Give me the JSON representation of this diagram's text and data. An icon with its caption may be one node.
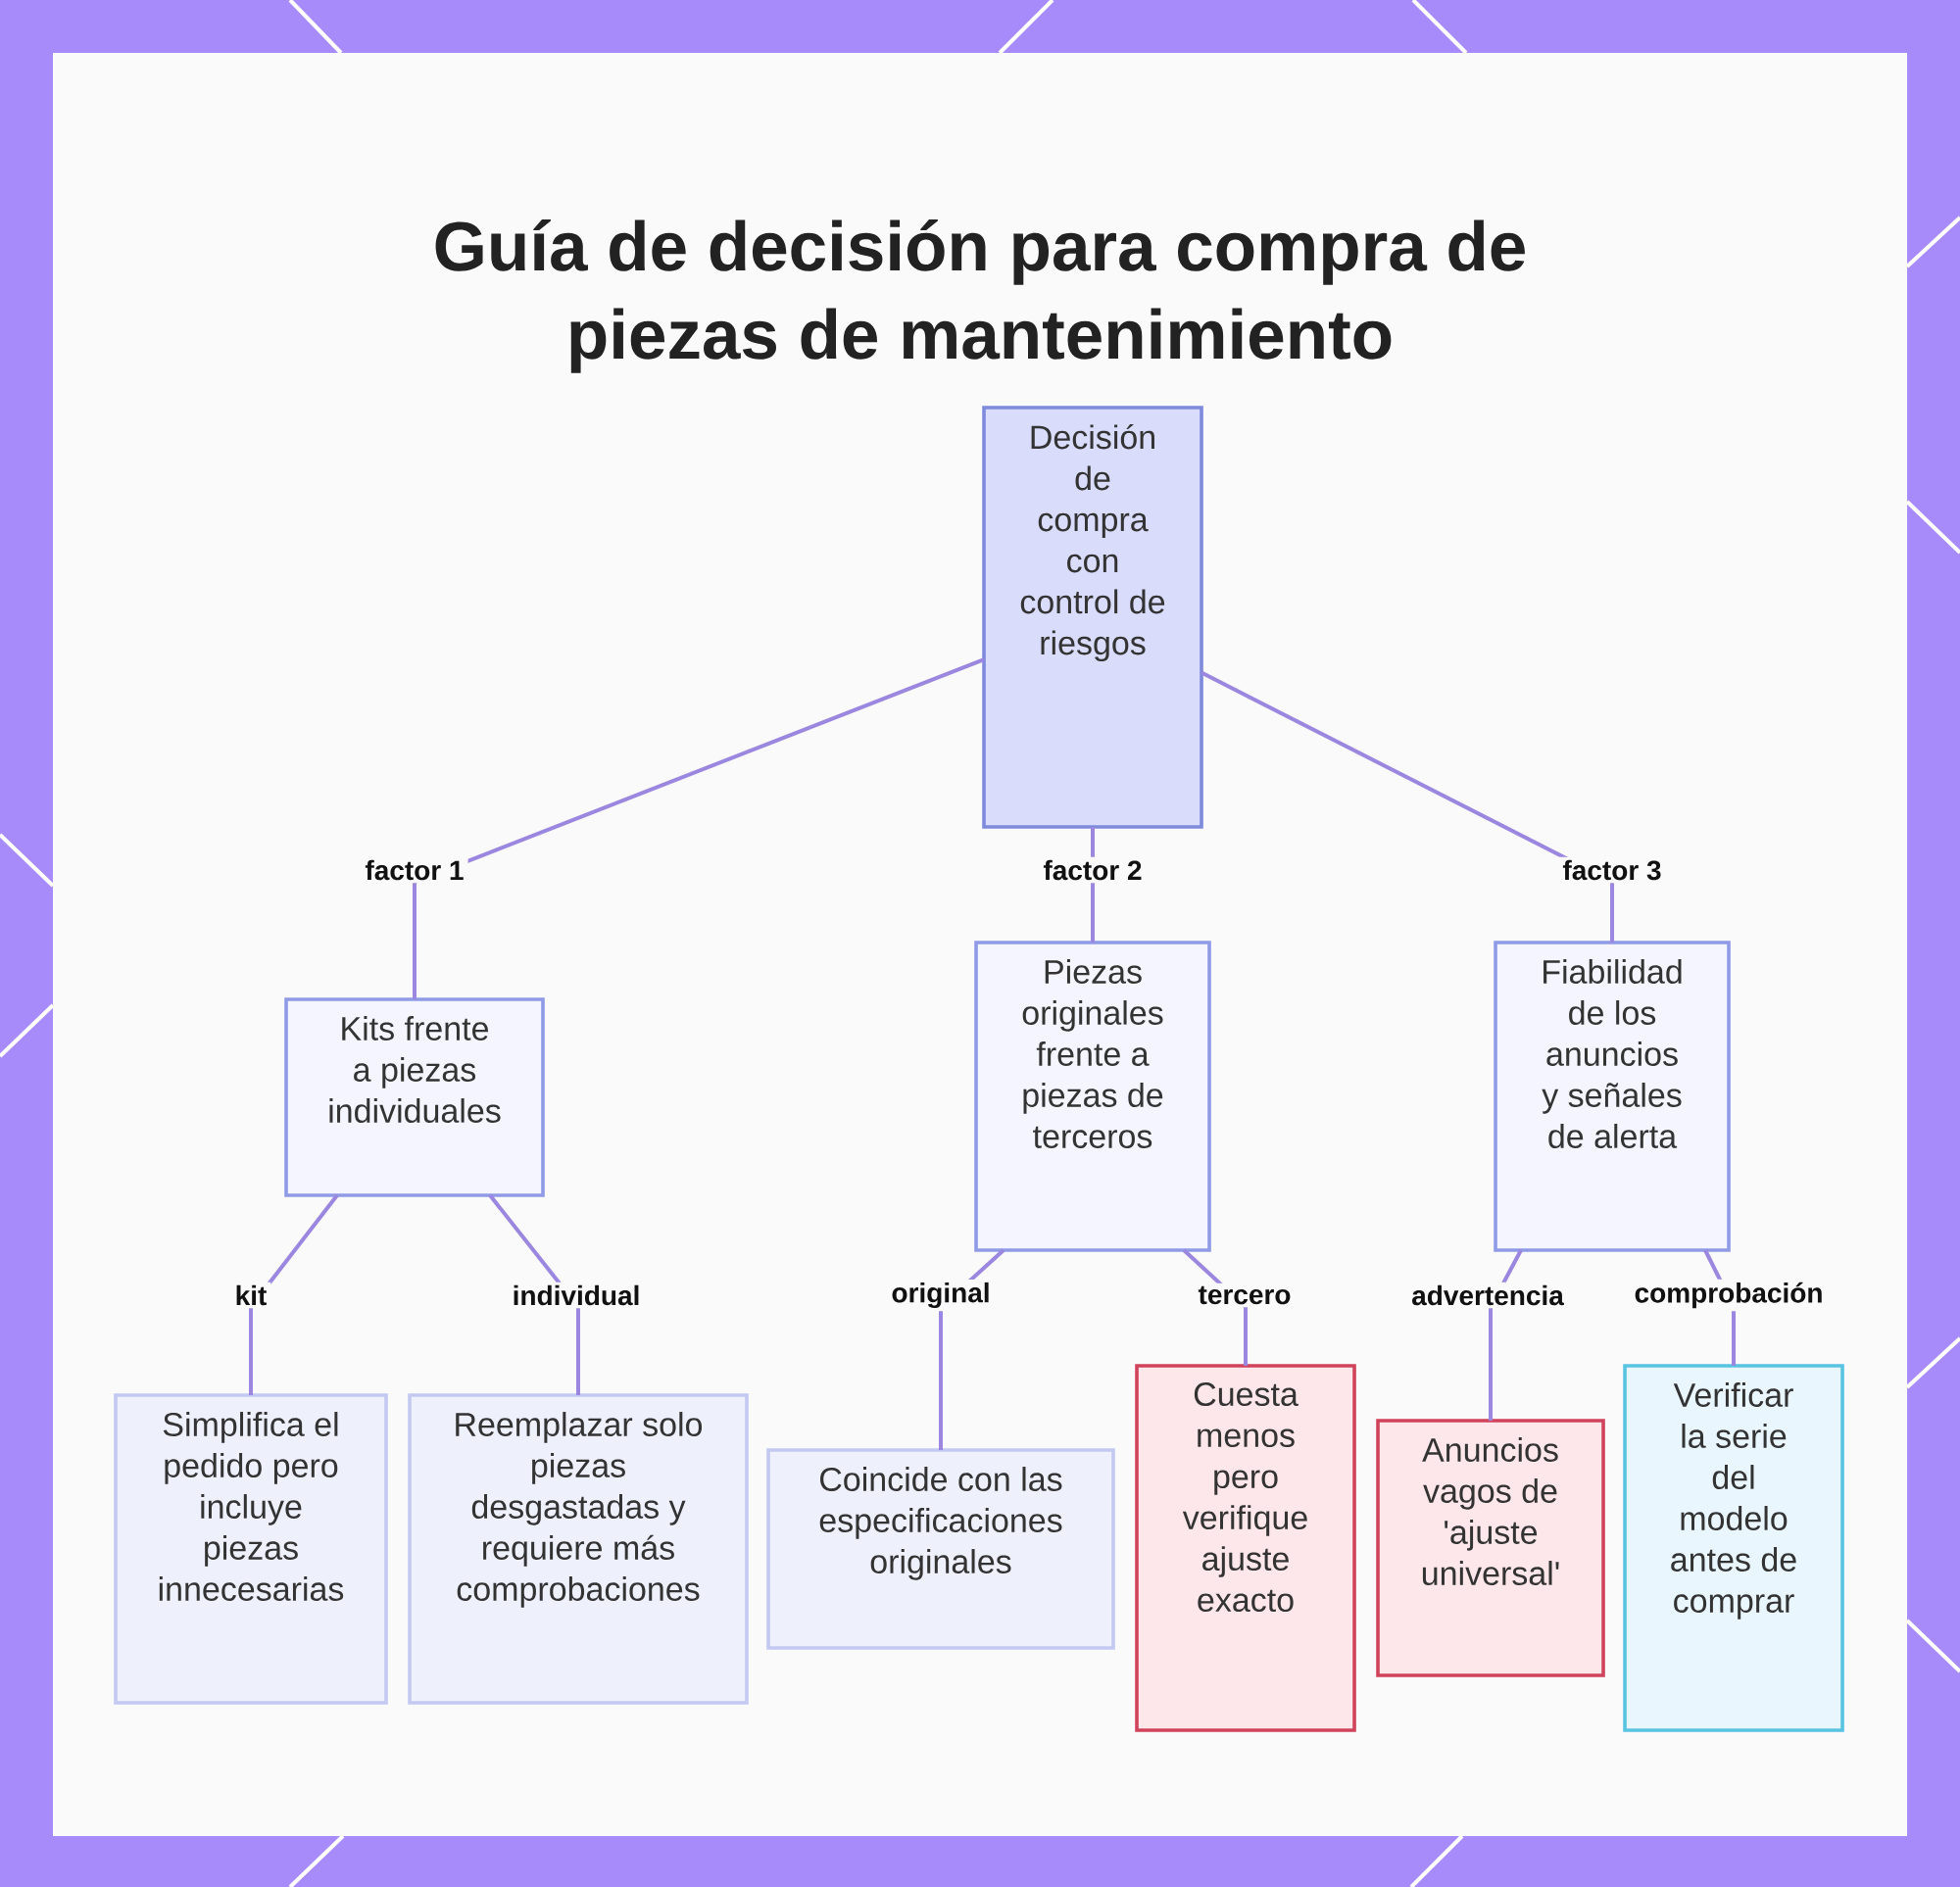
{
  "diagram": {
    "title": "Guía de decisión para compra de piezas de mantenimiento",
    "nodes": [
      {
        "text": [
          "Decisión de compra con control de riesgos"
        ]
      },
      {
        "text": [
          "Kits frente a piezas individuales"
        ]
      },
      {
        "text": [
          "Piezas originales frente a piezas de terceros"
        ]
      },
      {
        "text": [
          "Fiabilidad de los anuncios y señales de alerta"
        ]
      },
      {
        "text": [
          "Simplifica el pedido pero incluye piezas innecesarias"
        ]
      },
      {
        "text": [
          "Reemplazar solo piezas desgastadas y requiere más comprobaciones"
        ]
      },
      {
        "text": [
          "Coincide con las especificaciones originales"
        ]
      },
      {
        "text": [
          "Cuesta menos pero verifique ajuste exacto"
        ]
      },
      {
        "text": [
          "Anuncios vagos de 'ajuste universal'"
        ]
      },
      {
        "text": [
          "Verificar la serie del modelo antes de comprar"
        ]
      }
    ],
    "edges": [
      {
        "from": 0,
        "to": 1,
        "arrow": "none",
        "label": "factor 1"
      },
      {
        "from": 0,
        "to": 2,
        "arrow": "none",
        "label": "factor 2"
      },
      {
        "from": 0,
        "to": 3,
        "arrow": "none",
        "label": "factor 3"
      },
      {
        "from": 1,
        "to": 4,
        "arrow": "none",
        "label": "kit"
      },
      {
        "from": 1,
        "to": 5,
        "arrow": "none",
        "label": "individual"
      },
      {
        "from": 2,
        "to": 6,
        "arrow": "none",
        "label": "original"
      },
      {
        "from": 2,
        "to": 7,
        "arrow": "none",
        "label": "tercero"
      },
      {
        "from": 3,
        "to": 8,
        "arrow": "none",
        "label": "advertencia"
      },
      {
        "from": 3,
        "to": 9,
        "arrow": "none",
        "label": "comprobación"
      }
    ]
  }
}
